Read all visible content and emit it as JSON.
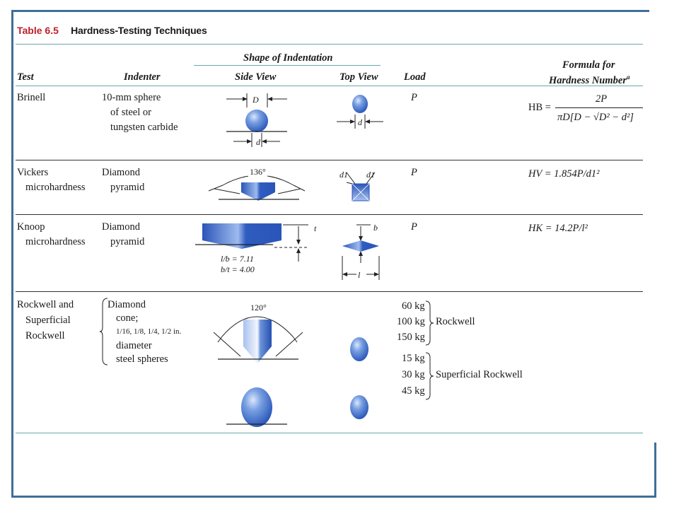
{
  "title": {
    "number": "Table 6.5",
    "text": "Hardness-Testing Techniques"
  },
  "header": {
    "group": "Shape of Indentation",
    "test": "Test",
    "indenter": "Indenter",
    "side_view": "Side View",
    "top_view": "Top View",
    "load": "Load",
    "formula_line1": "Formula for",
    "formula_line2": "Hardness Number",
    "formula_sup": "a"
  },
  "rows": [
    {
      "test": [
        "Brinell"
      ],
      "indenter": [
        "10-mm sphere",
        "of steel or",
        "tungsten carbide"
      ],
      "side_labels": {
        "top": "D",
        "bottom": "d"
      },
      "top_labels": {
        "bottom": "d"
      },
      "load": "P",
      "formula": {
        "lhs": "HB =",
        "num": "2P",
        "den": "πD[D − √D² − d²]"
      }
    },
    {
      "test": [
        "Vickers",
        "microhardness"
      ],
      "indenter": [
        "Diamond",
        "pyramid"
      ],
      "side_labels": {
        "angle": "136°"
      },
      "top_labels": {
        "left": "d1",
        "right": "d1"
      },
      "load": "P",
      "formula": {
        "text": "HV = 1.854P/d1²"
      }
    },
    {
      "test": [
        "Knoop",
        "microhardness"
      ],
      "indenter": [
        "Diamond",
        "pyramid"
      ],
      "side_labels": {
        "t": "t",
        "ratio1": "l/b = 7.11",
        "ratio2": "b/t = 4.00"
      },
      "top_labels": {
        "b": "b",
        "l": "l"
      },
      "load": "P",
      "formula": {
        "text": "HK = 14.2P/l²"
      }
    },
    {
      "test": [
        "Rockwell and",
        "Superficial",
        "Rockwell"
      ],
      "indenter": [
        "Diamond",
        "cone;",
        "1/16, 1/8, 1/4, 1/2 in.",
        "diameter",
        "steel spheres"
      ],
      "side_labels": {
        "angle": "120°"
      },
      "loads_rockwell": [
        "60 kg",
        "100 kg",
        "150 kg"
      ],
      "rockwell_label": "Rockwell",
      "loads_superficial": [
        "15 kg",
        "30 kg",
        "45 kg"
      ],
      "superficial_label": "Superficial Rockwell"
    }
  ]
}
